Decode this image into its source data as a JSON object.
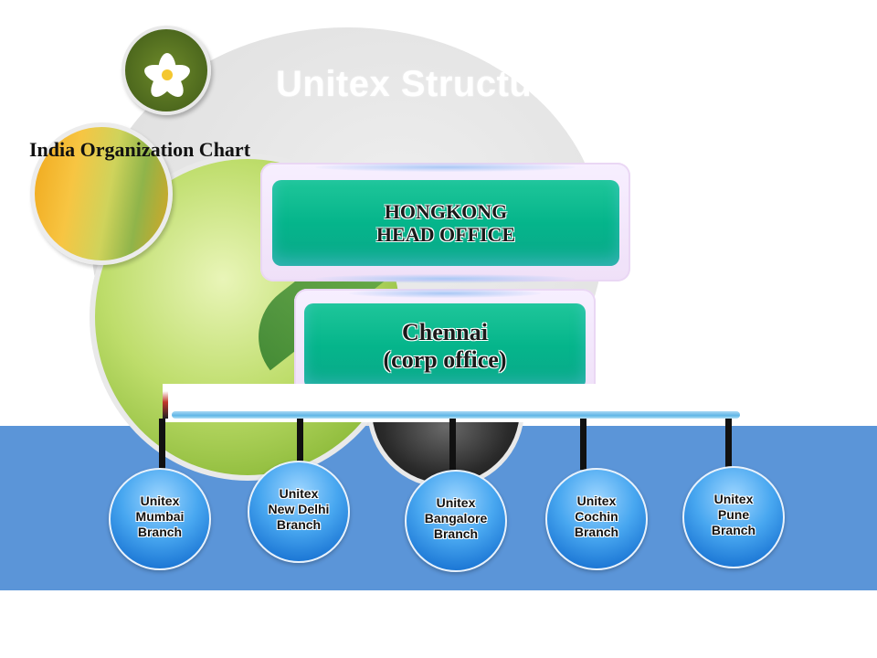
{
  "background_title": "Unitex Structure",
  "chart_title": "India Organization Chart",
  "head_office": {
    "line1": "HONGKONG",
    "line2": "HEAD OFFICE"
  },
  "corp_office": {
    "line1": "Chennai",
    "line2": "(corp office)"
  },
  "branches": [
    {
      "text": "Unitex\nMumbai\nBranch"
    },
    {
      "text": "Unitex\nNew Delhi\nBranch"
    },
    {
      "text": "Unitex\nBangalore\nBranch"
    },
    {
      "text": "Unitex\nCochin\nBranch"
    },
    {
      "text": "Unitex\nPune\nBranch"
    }
  ],
  "colors": {
    "box_green": "#05b58b",
    "branch_blue": "#1e79d6",
    "band_blue": "#5b95d8"
  }
}
